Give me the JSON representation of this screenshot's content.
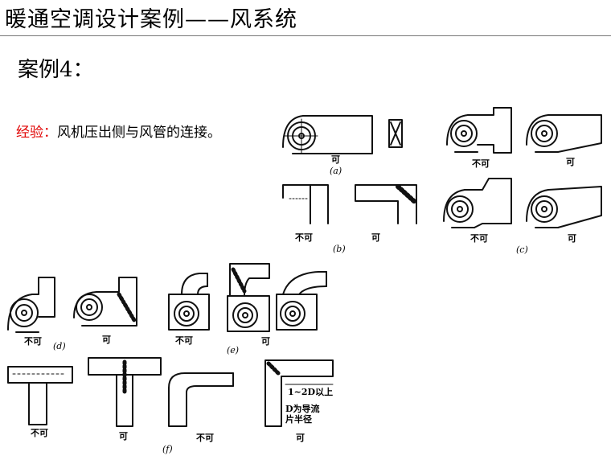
{
  "slide": {
    "title": "暖通空调设计案例——风系统",
    "subtitle": "案例4：",
    "experience_label": "经验：",
    "experience_text": "风机压出侧与风管的连接。"
  },
  "figure": {
    "ok": "可",
    "not_ok": "不可",
    "caption_a": "(a)",
    "caption_b": "(b)",
    "caption_c": "(c)",
    "caption_d": "(d)",
    "caption_e": "(e)",
    "caption_f": "(f)",
    "note_distance": "1~2D以上",
    "note_guide_1": "D为导流",
    "note_guide_2": "片半径"
  }
}
